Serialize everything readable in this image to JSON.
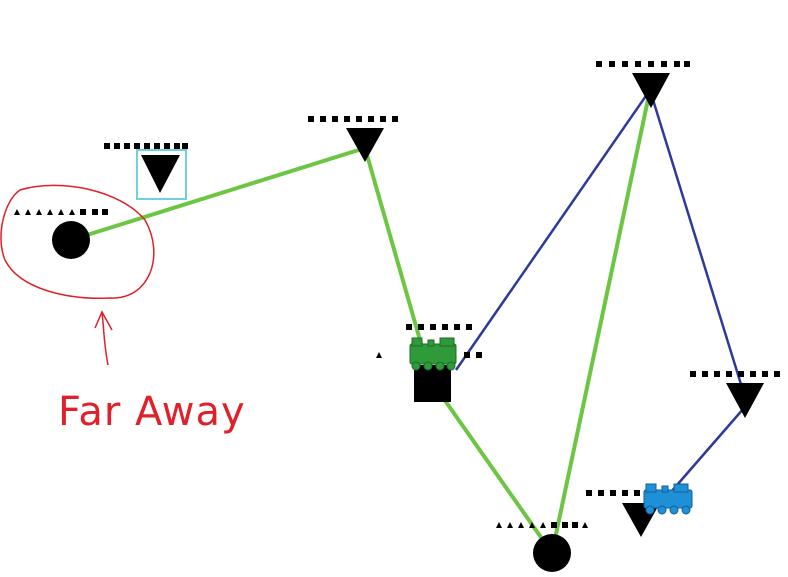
{
  "colors": {
    "background": "#ffffff",
    "green_line": "#6cc644",
    "blue_line": "#2d3a9a",
    "node": "#000000",
    "selection_box": "#6fd0e0",
    "annotation": "#e0202a",
    "green_train": "#2e9a3a",
    "blue_train": "#1f8fd6"
  },
  "nodes": [
    {
      "id": "far-station",
      "shape": "circle",
      "marker": "triangles"
    },
    {
      "id": "stop-a",
      "shape": "triangle",
      "marker": "dots",
      "selected": true
    },
    {
      "id": "stop-b",
      "shape": "triangle",
      "marker": "dots"
    },
    {
      "id": "stop-c",
      "shape": "triangle",
      "marker": "dots"
    },
    {
      "id": "depot",
      "shape": "square",
      "marker": "dots"
    },
    {
      "id": "stop-d",
      "shape": "triangle",
      "marker": "dots"
    },
    {
      "id": "stop-e",
      "shape": "triangle",
      "marker": "dots"
    },
    {
      "id": "hub-station",
      "shape": "circle",
      "marker": "triangles"
    }
  ],
  "routes": [
    {
      "from": "far-station",
      "to": "stop-b",
      "line": "green"
    },
    {
      "from": "stop-b",
      "to": "depot",
      "line": "green"
    },
    {
      "from": "depot",
      "to": "hub-station",
      "line": "green"
    },
    {
      "from": "hub-station",
      "to": "stop-c",
      "line": "green"
    },
    {
      "from": "depot",
      "to": "stop-c",
      "line": "blue"
    },
    {
      "from": "stop-c",
      "to": "stop-d",
      "line": "blue"
    },
    {
      "from": "stop-d",
      "to": "stop-e",
      "line": "blue"
    }
  ],
  "trains": [
    {
      "id": "green-train",
      "color": "green",
      "icon": "train-icon"
    },
    {
      "id": "blue-train",
      "color": "blue",
      "icon": "train-icon"
    }
  ],
  "annotation": {
    "text": "Far Away",
    "shape": "circle-outline",
    "pointer": "arrow-up"
  }
}
